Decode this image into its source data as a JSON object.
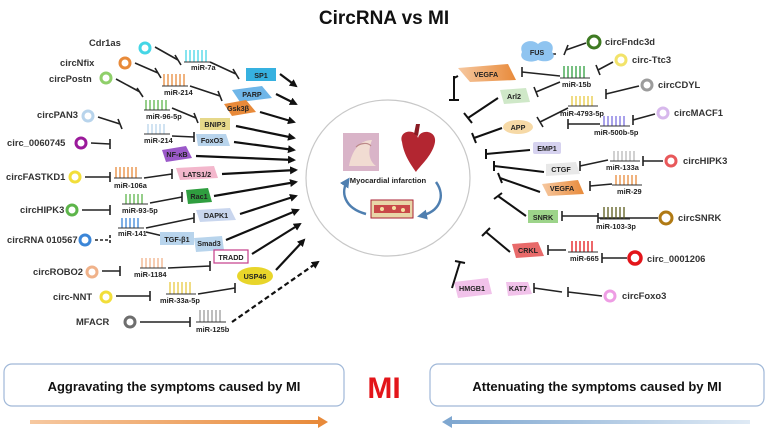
{
  "title": "CircRNA vs MI",
  "center_label": "Myocardial infarction",
  "left_circrnas": [
    "Cdr1as",
    "circNfix",
    "circPostn",
    "circPAN3",
    "circ_0060745",
    "circFASTKD1",
    "circHIPK3",
    "circRNA 010567",
    "circROBO2",
    "circ-NNT",
    "MFACR"
  ],
  "left_mirnas": [
    "miR-7a",
    "miR-214",
    "miR-96-5p",
    "miR-214",
    "miR-106a",
    "miR-93-5p",
    "miR-141",
    "miR-1184",
    "miR-33a-5p",
    "miR-125b"
  ],
  "left_proteins": [
    "SP1",
    "PARP",
    "Gsk3β",
    "BNIP3",
    "FoxO3",
    "NF-κB",
    "LATS1/2",
    "Rac1",
    "DAPK1",
    "TGF-β1",
    "Smad3",
    "TRADD",
    "USP46"
  ],
  "right_circrnas": [
    "circFndc3d",
    "circ-Ttc3",
    "circCDYL",
    "circMACF1",
    "circHIPK3",
    "circSNRK",
    "circ_0001206",
    "circFoxo3"
  ],
  "right_mirnas": [
    "miR-15b",
    "miR-4793-5p",
    "miR-500b-5p",
    "miR-133a",
    "miR-29",
    "miR-103-3p",
    "miR-665"
  ],
  "right_proteins": [
    "FUS",
    "VEGFA",
    "Arl2",
    "APP",
    "EMP1",
    "CTGF",
    "VEGFA",
    "SNRK",
    "CRKL",
    "HMGB1",
    "KAT7"
  ],
  "bottom": {
    "aggravating": "Aggravating the symptoms caused by MI",
    "mi": "MI",
    "attenuating": "Attenuating the symptoms caused by MI"
  },
  "colors": {
    "accent_red": "#e3151a",
    "aggravate_orange": "#e88a3a",
    "attenuate_blue": "#7fa7d0"
  }
}
